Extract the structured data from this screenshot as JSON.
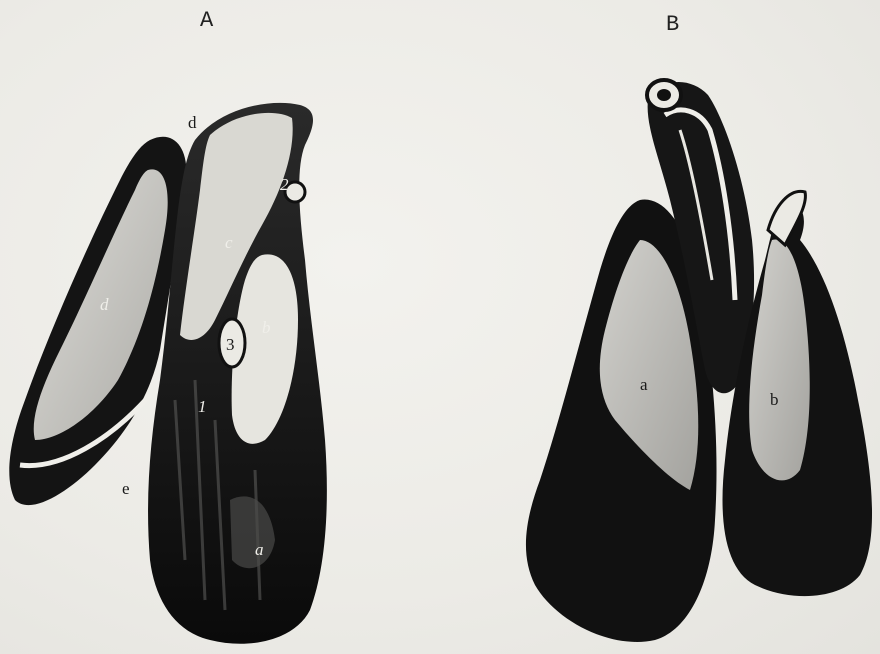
{
  "panels": [
    {
      "label": "A",
      "part_labels": [
        "d",
        "2",
        "c",
        "d",
        "b",
        "3",
        "1",
        "e",
        "a"
      ]
    },
    {
      "label": "B",
      "part_labels": [
        "a",
        "b"
      ]
    }
  ]
}
